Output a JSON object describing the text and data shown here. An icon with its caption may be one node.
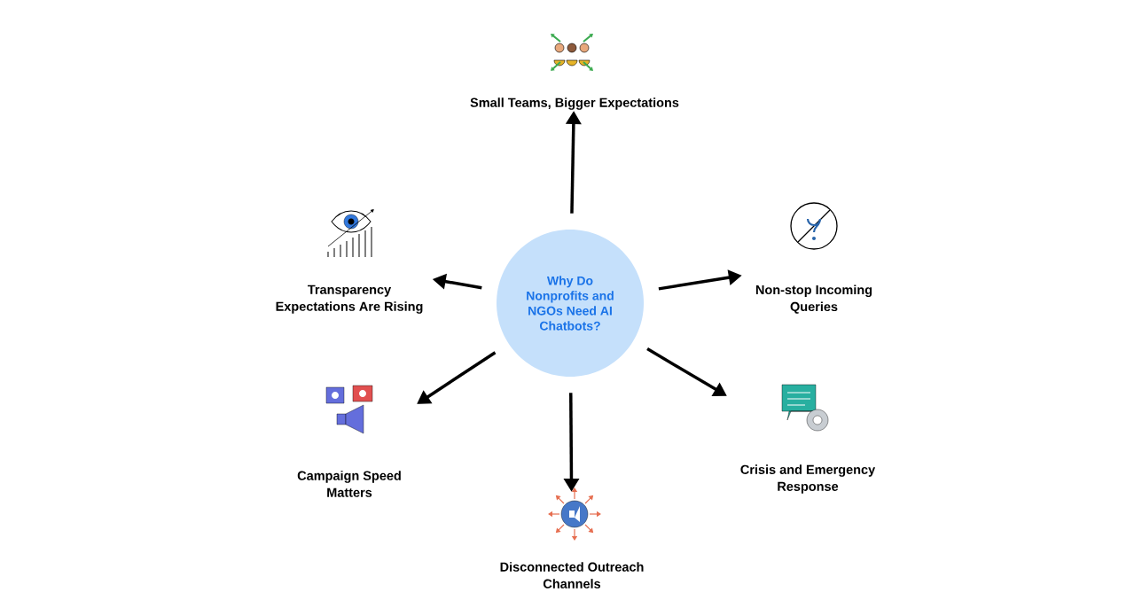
{
  "diagram": {
    "nodes": [
      {
        "text": [
          "Why Do Nonprofits and NGOs Need AI Chatbots?"
        ]
      },
      {
        "text": [
          "Small Teams, Bigger Expectations"
        ]
      },
      {
        "text": [
          "Transparency Expectations Are Rising"
        ]
      },
      {
        "text": [
          "Non-stop Incoming Queries"
        ]
      },
      {
        "text": [
          "Campaign Speed Matters"
        ]
      },
      {
        "text": [
          "Crisis and Emergency Response"
        ]
      },
      {
        "text": [
          "Disconnected Outreach Channels"
        ]
      }
    ],
    "edges": [
      {
        "from": 0,
        "to": 1,
        "arrow": "to"
      },
      {
        "from": 0,
        "to": 2,
        "arrow": "to"
      },
      {
        "from": 0,
        "to": 3,
        "arrow": "to"
      },
      {
        "from": 0,
        "to": 4,
        "arrow": "to"
      },
      {
        "from": 0,
        "to": 5,
        "arrow": "to"
      },
      {
        "from": 0,
        "to": 6,
        "arrow": "to"
      }
    ]
  }
}
